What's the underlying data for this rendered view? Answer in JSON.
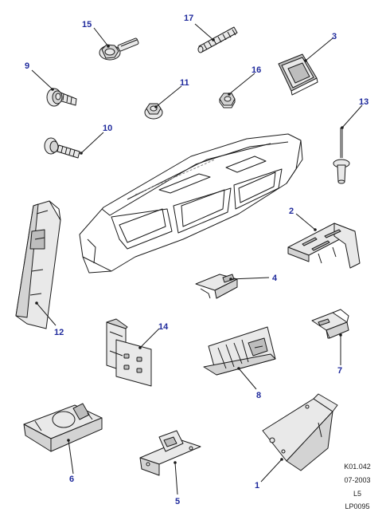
{
  "callouts": {
    "c1": "1",
    "c2": "2",
    "c3": "3",
    "c4": "4",
    "c5": "5",
    "c6": "6",
    "c7": "7",
    "c8": "8",
    "c9": "9",
    "c10": "10",
    "c11": "11",
    "c12": "12",
    "c13": "13",
    "c14": "14",
    "c15": "15",
    "c16": "16",
    "c17": "17"
  },
  "reference": {
    "code": "K01.042",
    "date": "07-2003",
    "level": "L5",
    "illustration_id": "LP0095"
  },
  "colors": {
    "callout": "#1f2a9c",
    "line_art": "#1a1a1a",
    "part_fill": "#e9e9e9"
  }
}
